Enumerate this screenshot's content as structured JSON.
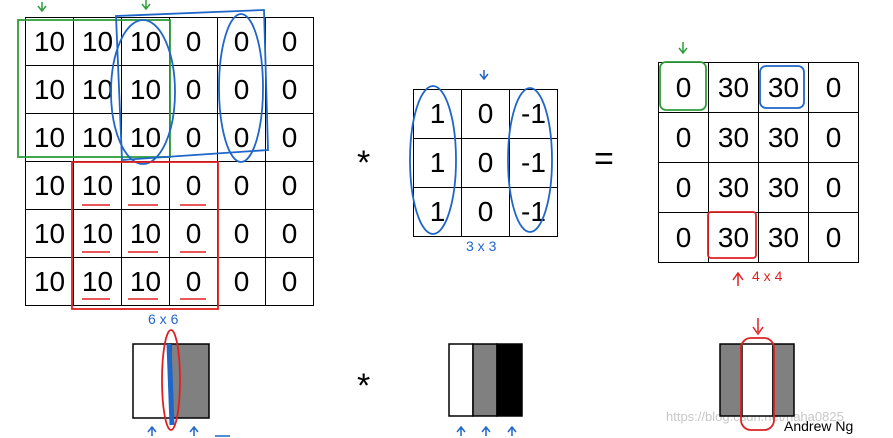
{
  "input_matrix": [
    [
      "10",
      "10",
      "10",
      "0",
      "0",
      "0"
    ],
    [
      "10",
      "10",
      "10",
      "0",
      "0",
      "0"
    ],
    [
      "10",
      "10",
      "10",
      "0",
      "0",
      "0"
    ],
    [
      "10",
      "10",
      "10",
      "0",
      "0",
      "0"
    ],
    [
      "10",
      "10",
      "10",
      "0",
      "0",
      "0"
    ],
    [
      "10",
      "10",
      "10",
      "0",
      "0",
      "0"
    ]
  ],
  "filter_matrix": [
    [
      "1",
      "0",
      "-1"
    ],
    [
      "1",
      "0",
      "-1"
    ],
    [
      "1",
      "0",
      "-1"
    ]
  ],
  "output_matrix": [
    [
      "0",
      "30",
      "30",
      "0"
    ],
    [
      "0",
      "30",
      "30",
      "0"
    ],
    [
      "0",
      "30",
      "30",
      "0"
    ],
    [
      "0",
      "30",
      "30",
      "0"
    ]
  ],
  "symbols": {
    "conv": "*",
    "equals": "=",
    "conv_bottom": "*"
  },
  "notes": {
    "input_size": "6 x 6",
    "filter_size": "3 x 3",
    "output_size": "4 x 4"
  },
  "credit": "Andrew Ng",
  "watermark": "https://blog.csdn.net/haha0825",
  "colors": {
    "white": "#ffffff",
    "gray": "#808080",
    "black": "#000000",
    "blue_annotation": "#1f66c8",
    "green_annotation": "#2e9e3a",
    "red_annotation": "#e02020"
  }
}
